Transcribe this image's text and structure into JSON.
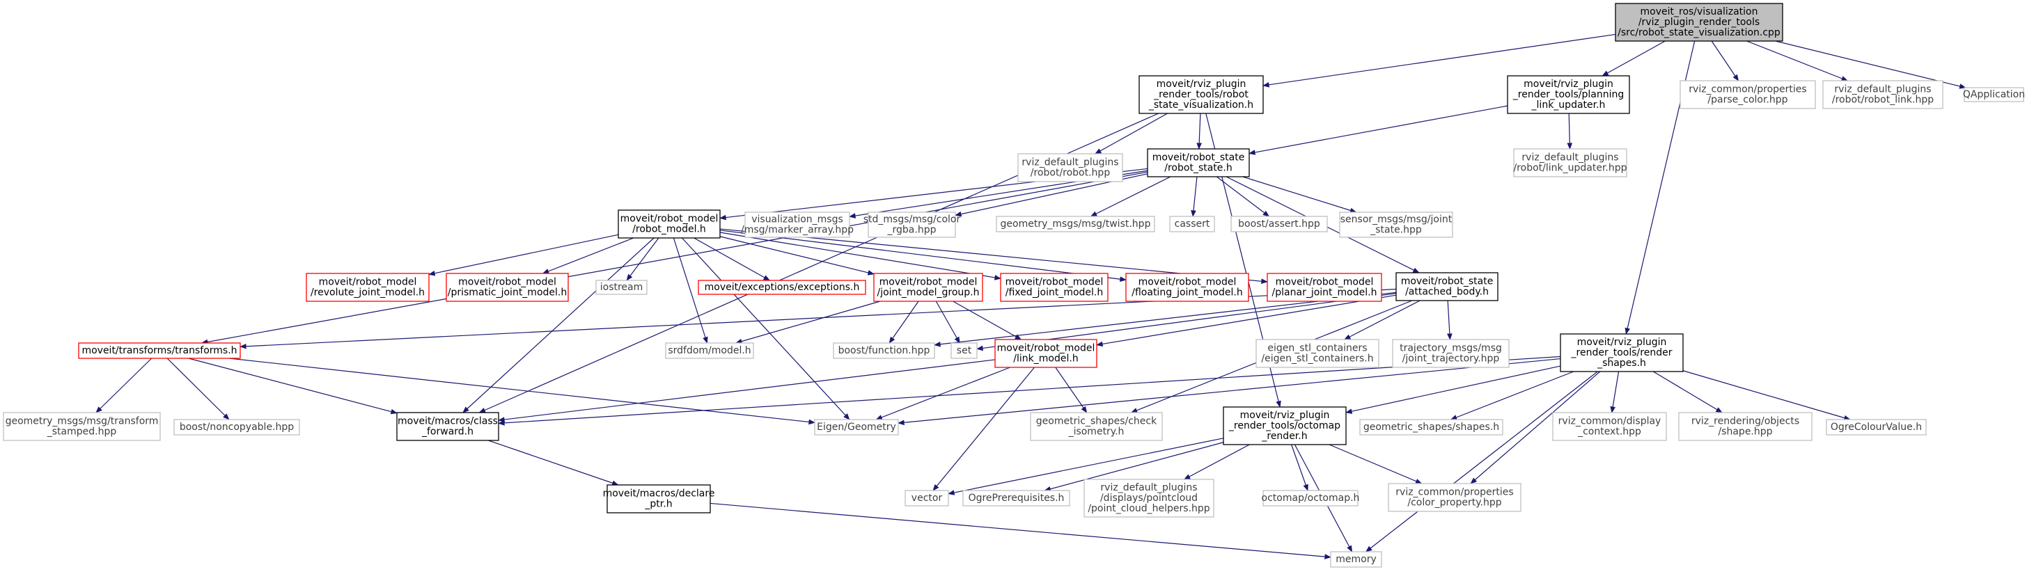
{
  "colors": {
    "edge": "#191970",
    "box_stroke_normal": "#000000",
    "box_stroke_missing": "#bfbfbf",
    "box_stroke_truncated": "#ff0000",
    "box_fill_root": "#bfbfbf",
    "box_fill": "#ffffff",
    "text_normal": "#000000",
    "text_missing": "#404040"
  },
  "nodes": [
    {
      "id": "root",
      "lines": [
        "moveit_ros/visualization",
        "/rviz_plugin_render_tools",
        "/src/robot_state_visualization.cpp"
      ],
      "kind": "root"
    },
    {
      "id": "rsv",
      "lines": [
        "moveit/rviz_plugin",
        "_render_tools/robot",
        "_state_visualization.h"
      ],
      "kind": "normal"
    },
    {
      "id": "plu",
      "lines": [
        "moveit/rviz_plugin",
        "_render_tools/planning",
        "_link_updater.h"
      ],
      "kind": "normal"
    },
    {
      "id": "parse",
      "lines": [
        "rviz_common/properties",
        "/parse_color.hpp"
      ],
      "kind": "missing"
    },
    {
      "id": "rlink",
      "lines": [
        "rviz_default_plugins",
        "/robot/robot_link.hpp"
      ],
      "kind": "missing"
    },
    {
      "id": "qapp",
      "lines": [
        "QApplication"
      ],
      "kind": "missing"
    },
    {
      "id": "rrobot",
      "lines": [
        "rviz_default_plugins",
        "/robot/robot.hpp"
      ],
      "kind": "missing"
    },
    {
      "id": "rstate",
      "lines": [
        "moveit/robot_state",
        "/robot_state.h"
      ],
      "kind": "normal"
    },
    {
      "id": "lupd",
      "lines": [
        "rviz_default_plugins",
        "/robot/link_updater.hpp"
      ],
      "kind": "missing"
    },
    {
      "id": "rmodel",
      "lines": [
        "moveit/robot_model",
        "/robot_model.h"
      ],
      "kind": "normal"
    },
    {
      "id": "vmsgs",
      "lines": [
        "visualization_msgs",
        "/msg/marker_array.hpp"
      ],
      "kind": "missing"
    },
    {
      "id": "rgba",
      "lines": [
        "std_msgs/msg/color",
        "_rgba.hpp"
      ],
      "kind": "missing"
    },
    {
      "id": "twist",
      "lines": [
        "geometry_msgs/msg/twist.hpp"
      ],
      "kind": "missing"
    },
    {
      "id": "cassert",
      "lines": [
        "cassert"
      ],
      "kind": "missing"
    },
    {
      "id": "bassert",
      "lines": [
        "boost/assert.hpp"
      ],
      "kind": "missing"
    },
    {
      "id": "jstate",
      "lines": [
        "sensor_msgs/msg/joint",
        "_state.hpp"
      ],
      "kind": "missing"
    },
    {
      "id": "revolute",
      "lines": [
        "moveit/robot_model",
        "/revolute_joint_model.h"
      ],
      "kind": "truncated"
    },
    {
      "id": "prismatic",
      "lines": [
        "moveit/robot_model",
        "/prismatic_joint_model.h"
      ],
      "kind": "truncated"
    },
    {
      "id": "iostream",
      "lines": [
        "iostream"
      ],
      "kind": "missing"
    },
    {
      "id": "exc",
      "lines": [
        "moveit/exceptions/exceptions.h"
      ],
      "kind": "truncated"
    },
    {
      "id": "jmg",
      "lines": [
        "moveit/robot_model",
        "/joint_model_group.h"
      ],
      "kind": "truncated"
    },
    {
      "id": "fixed",
      "lines": [
        "moveit/robot_model",
        "/fixed_joint_model.h"
      ],
      "kind": "truncated"
    },
    {
      "id": "floating",
      "lines": [
        "moveit/robot_model",
        "/floating_joint_model.h"
      ],
      "kind": "truncated"
    },
    {
      "id": "planar",
      "lines": [
        "moveit/robot_model",
        "/planar_joint_model.h"
      ],
      "kind": "truncated"
    },
    {
      "id": "attached",
      "lines": [
        "moveit/robot_state",
        "/attached_body.h"
      ],
      "kind": "normal"
    },
    {
      "id": "transforms",
      "lines": [
        "moveit/transforms/transforms.h"
      ],
      "kind": "truncated"
    },
    {
      "id": "srdf",
      "lines": [
        "srdfdom/model.h"
      ],
      "kind": "missing"
    },
    {
      "id": "bfunc",
      "lines": [
        "boost/function.hpp"
      ],
      "kind": "missing"
    },
    {
      "id": "set",
      "lines": [
        "set"
      ],
      "kind": "missing"
    },
    {
      "id": "linkm",
      "lines": [
        "moveit/robot_model",
        "/link_model.h"
      ],
      "kind": "truncated"
    },
    {
      "id": "eigenstl",
      "lines": [
        "eigen_stl_containers",
        "/eigen_stl_containers.h"
      ],
      "kind": "missing"
    },
    {
      "id": "traj",
      "lines": [
        "trajectory_msgs/msg",
        "/joint_trajectory.hpp"
      ],
      "kind": "missing"
    },
    {
      "id": "rshapes",
      "lines": [
        "moveit/rviz_plugin",
        "_render_tools/render",
        "_shapes.h"
      ],
      "kind": "normal"
    },
    {
      "id": "gtrans",
      "lines": [
        "geometry_msgs/msg/transform",
        "_stamped.hpp"
      ],
      "kind": "missing"
    },
    {
      "id": "noncopy",
      "lines": [
        "boost/noncopyable.hpp"
      ],
      "kind": "missing"
    },
    {
      "id": "classfwd",
      "lines": [
        "moveit/macros/class",
        "_forward.h"
      ],
      "kind": "normal"
    },
    {
      "id": "eigeng",
      "lines": [
        "Eigen/Geometry"
      ],
      "kind": "missing"
    },
    {
      "id": "checkiso",
      "lines": [
        "geometric_shapes/check",
        "_isometry.h"
      ],
      "kind": "missing"
    },
    {
      "id": "octrender",
      "lines": [
        "moveit/rviz_plugin",
        "_render_tools/octomap",
        "_render.h"
      ],
      "kind": "normal"
    },
    {
      "id": "gshapes",
      "lines": [
        "geometric_shapes/shapes.h"
      ],
      "kind": "missing"
    },
    {
      "id": "dispctx",
      "lines": [
        "rviz_common/display",
        "_context.hpp"
      ],
      "kind": "missing"
    },
    {
      "id": "shapehpp",
      "lines": [
        "rviz_rendering/objects",
        "/shape.hpp"
      ],
      "kind": "missing"
    },
    {
      "id": "ogrecolour",
      "lines": [
        "OgreColourValue.h"
      ],
      "kind": "missing"
    },
    {
      "id": "declptr",
      "lines": [
        "moveit/macros/declare",
        "_ptr.h"
      ],
      "kind": "normal"
    },
    {
      "id": "vector",
      "lines": [
        "vector"
      ],
      "kind": "missing"
    },
    {
      "id": "ogrepre",
      "lines": [
        "OgrePrerequisites.h"
      ],
      "kind": "missing"
    },
    {
      "id": "pchelp",
      "lines": [
        "rviz_default_plugins",
        "/displays/pointcloud",
        "/point_cloud_helpers.hpp"
      ],
      "kind": "missing"
    },
    {
      "id": "octomap",
      "lines": [
        "octomap/octomap.h"
      ],
      "kind": "missing"
    },
    {
      "id": "colorprop",
      "lines": [
        "rviz_common/properties",
        "/color_property.hpp"
      ],
      "kind": "missing"
    },
    {
      "id": "memory",
      "lines": [
        "memory"
      ],
      "kind": "missing"
    }
  ]
}
